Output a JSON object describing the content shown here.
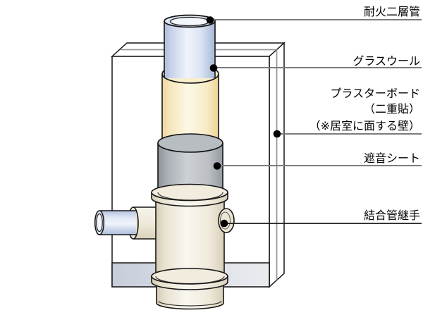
{
  "diagram": {
    "labels": {
      "fireproof_pipe": "耐火二層管",
      "glass_wool": "グラスウール",
      "plasterboard_line1": "プラスターボード",
      "plasterboard_line2": "（二重貼）",
      "plasterboard_line3": "（※居室に面する壁）",
      "sound_sheet": "遮音シート",
      "coupling_joint": "結合管継手"
    },
    "colors": {
      "fireproof_pipe_blue": "#dce5f3",
      "glass_wool_cream": "#f8eecb",
      "sound_sheet_gray": "#b8bdc2",
      "fitting_ivory": "#f1ecdd",
      "wall_seam_gray": "#94989e",
      "leader_line_gray": "#7c7c7c",
      "floor_band_gray": "#ccd3de",
      "outline_black": "#161616",
      "dot_black": "#000000"
    }
  }
}
